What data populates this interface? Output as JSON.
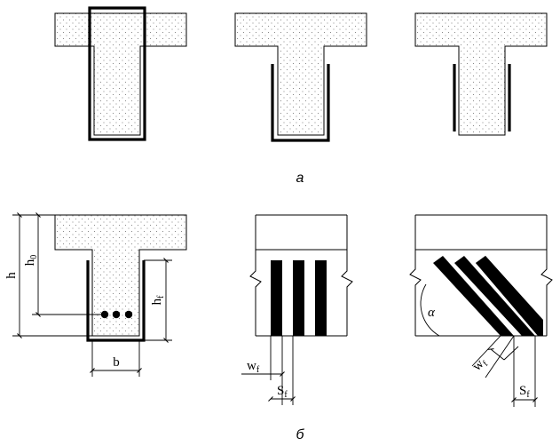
{
  "captions": {
    "top": "а",
    "bottom": "б"
  },
  "dimensions": {
    "h": "h",
    "h0_main": "h",
    "h0_sub": "0",
    "hf_main": "h",
    "hf_sub": "f",
    "b": "b",
    "wf1_main": "w",
    "wf1_sub": "f",
    "sf1_main": "S",
    "sf1_sub": "f",
    "alpha": "α",
    "wf2_main": "w",
    "wf2_sub": "f",
    "sf2_main": "S",
    "sf2_sub": "f"
  },
  "colors": {
    "line": "#000000",
    "fill": "#ffffff",
    "dot": "#6e6e6e"
  }
}
